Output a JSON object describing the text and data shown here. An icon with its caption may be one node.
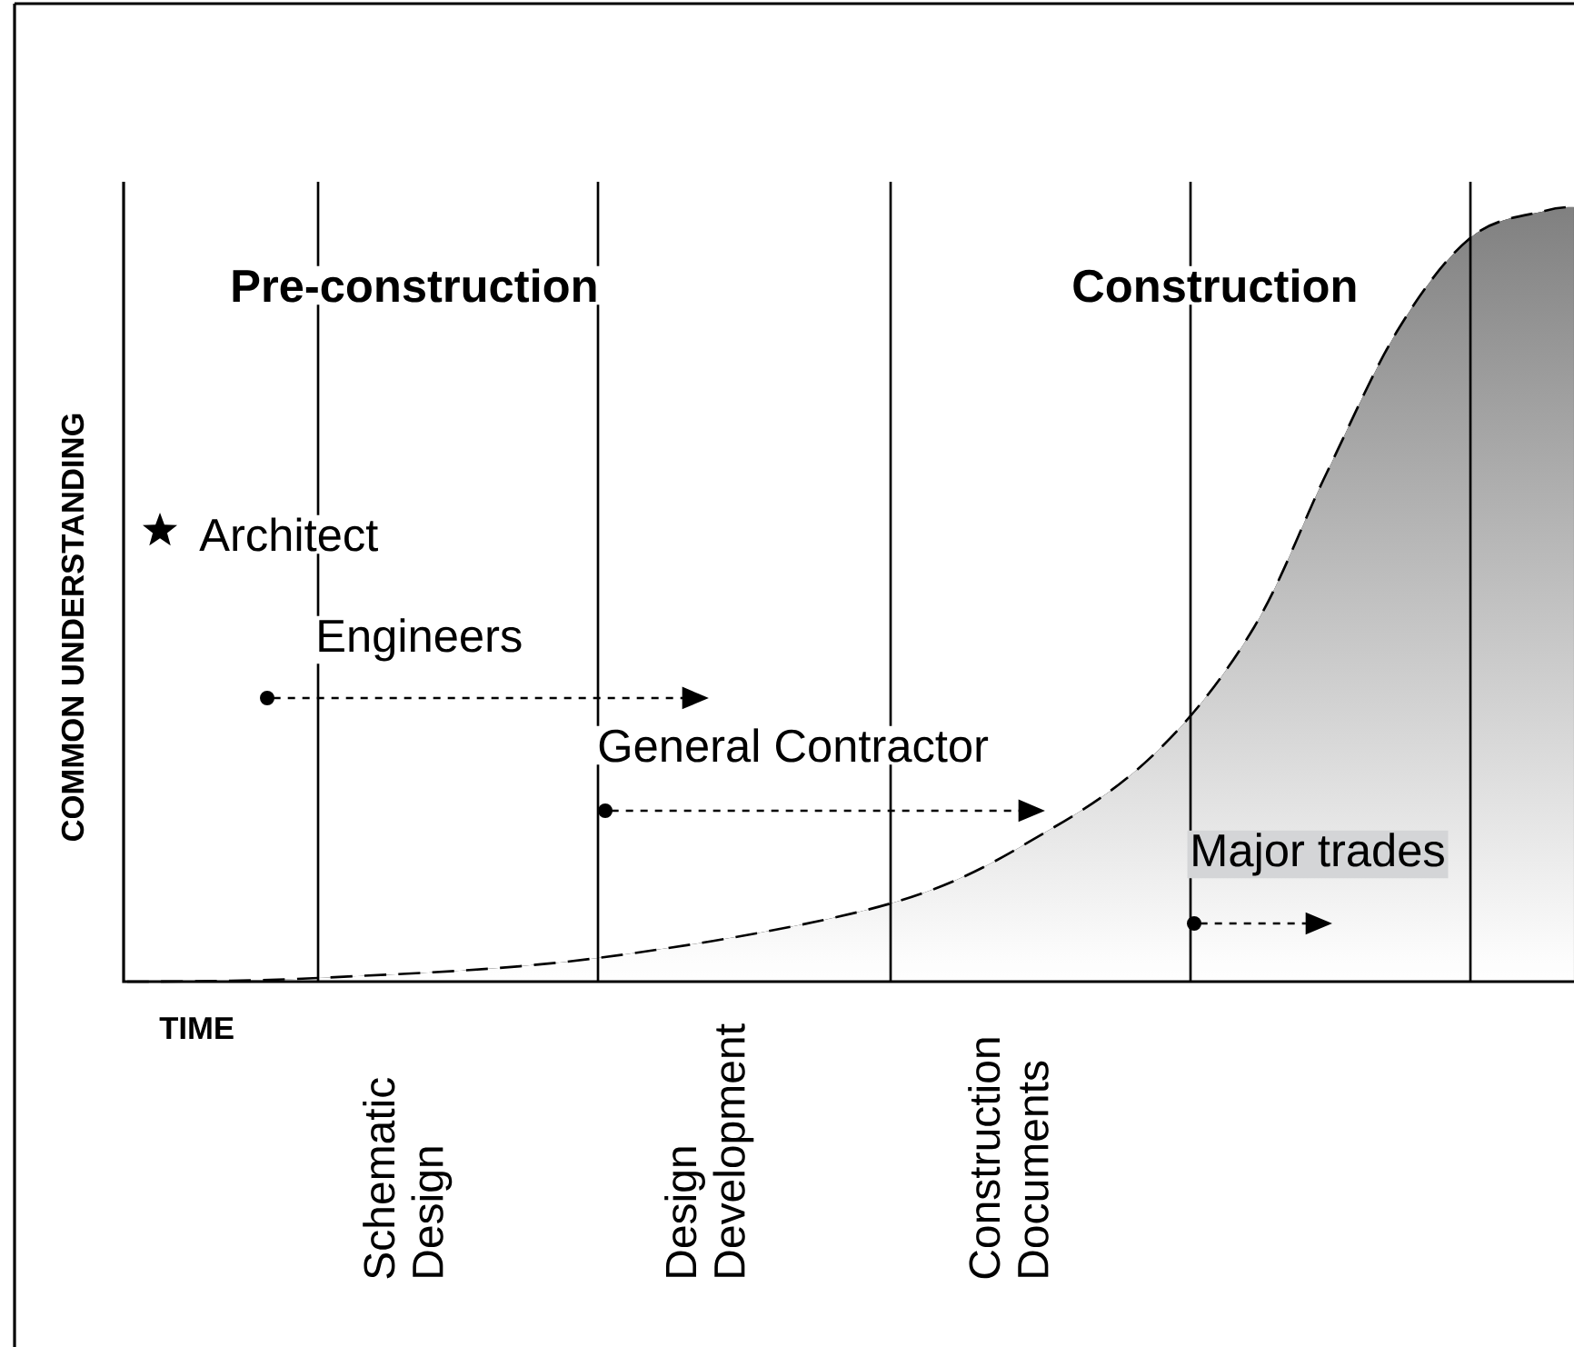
{
  "diagram": {
    "labels": [
      "Pre-construction",
      "Construction",
      "COMMON UNDERSTANDING",
      "Architect",
      "Engineers",
      "General Contractor",
      "Major trades",
      "TIME",
      "Schematic Design",
      "Design Development",
      "Construction Documents"
    ]
  }
}
